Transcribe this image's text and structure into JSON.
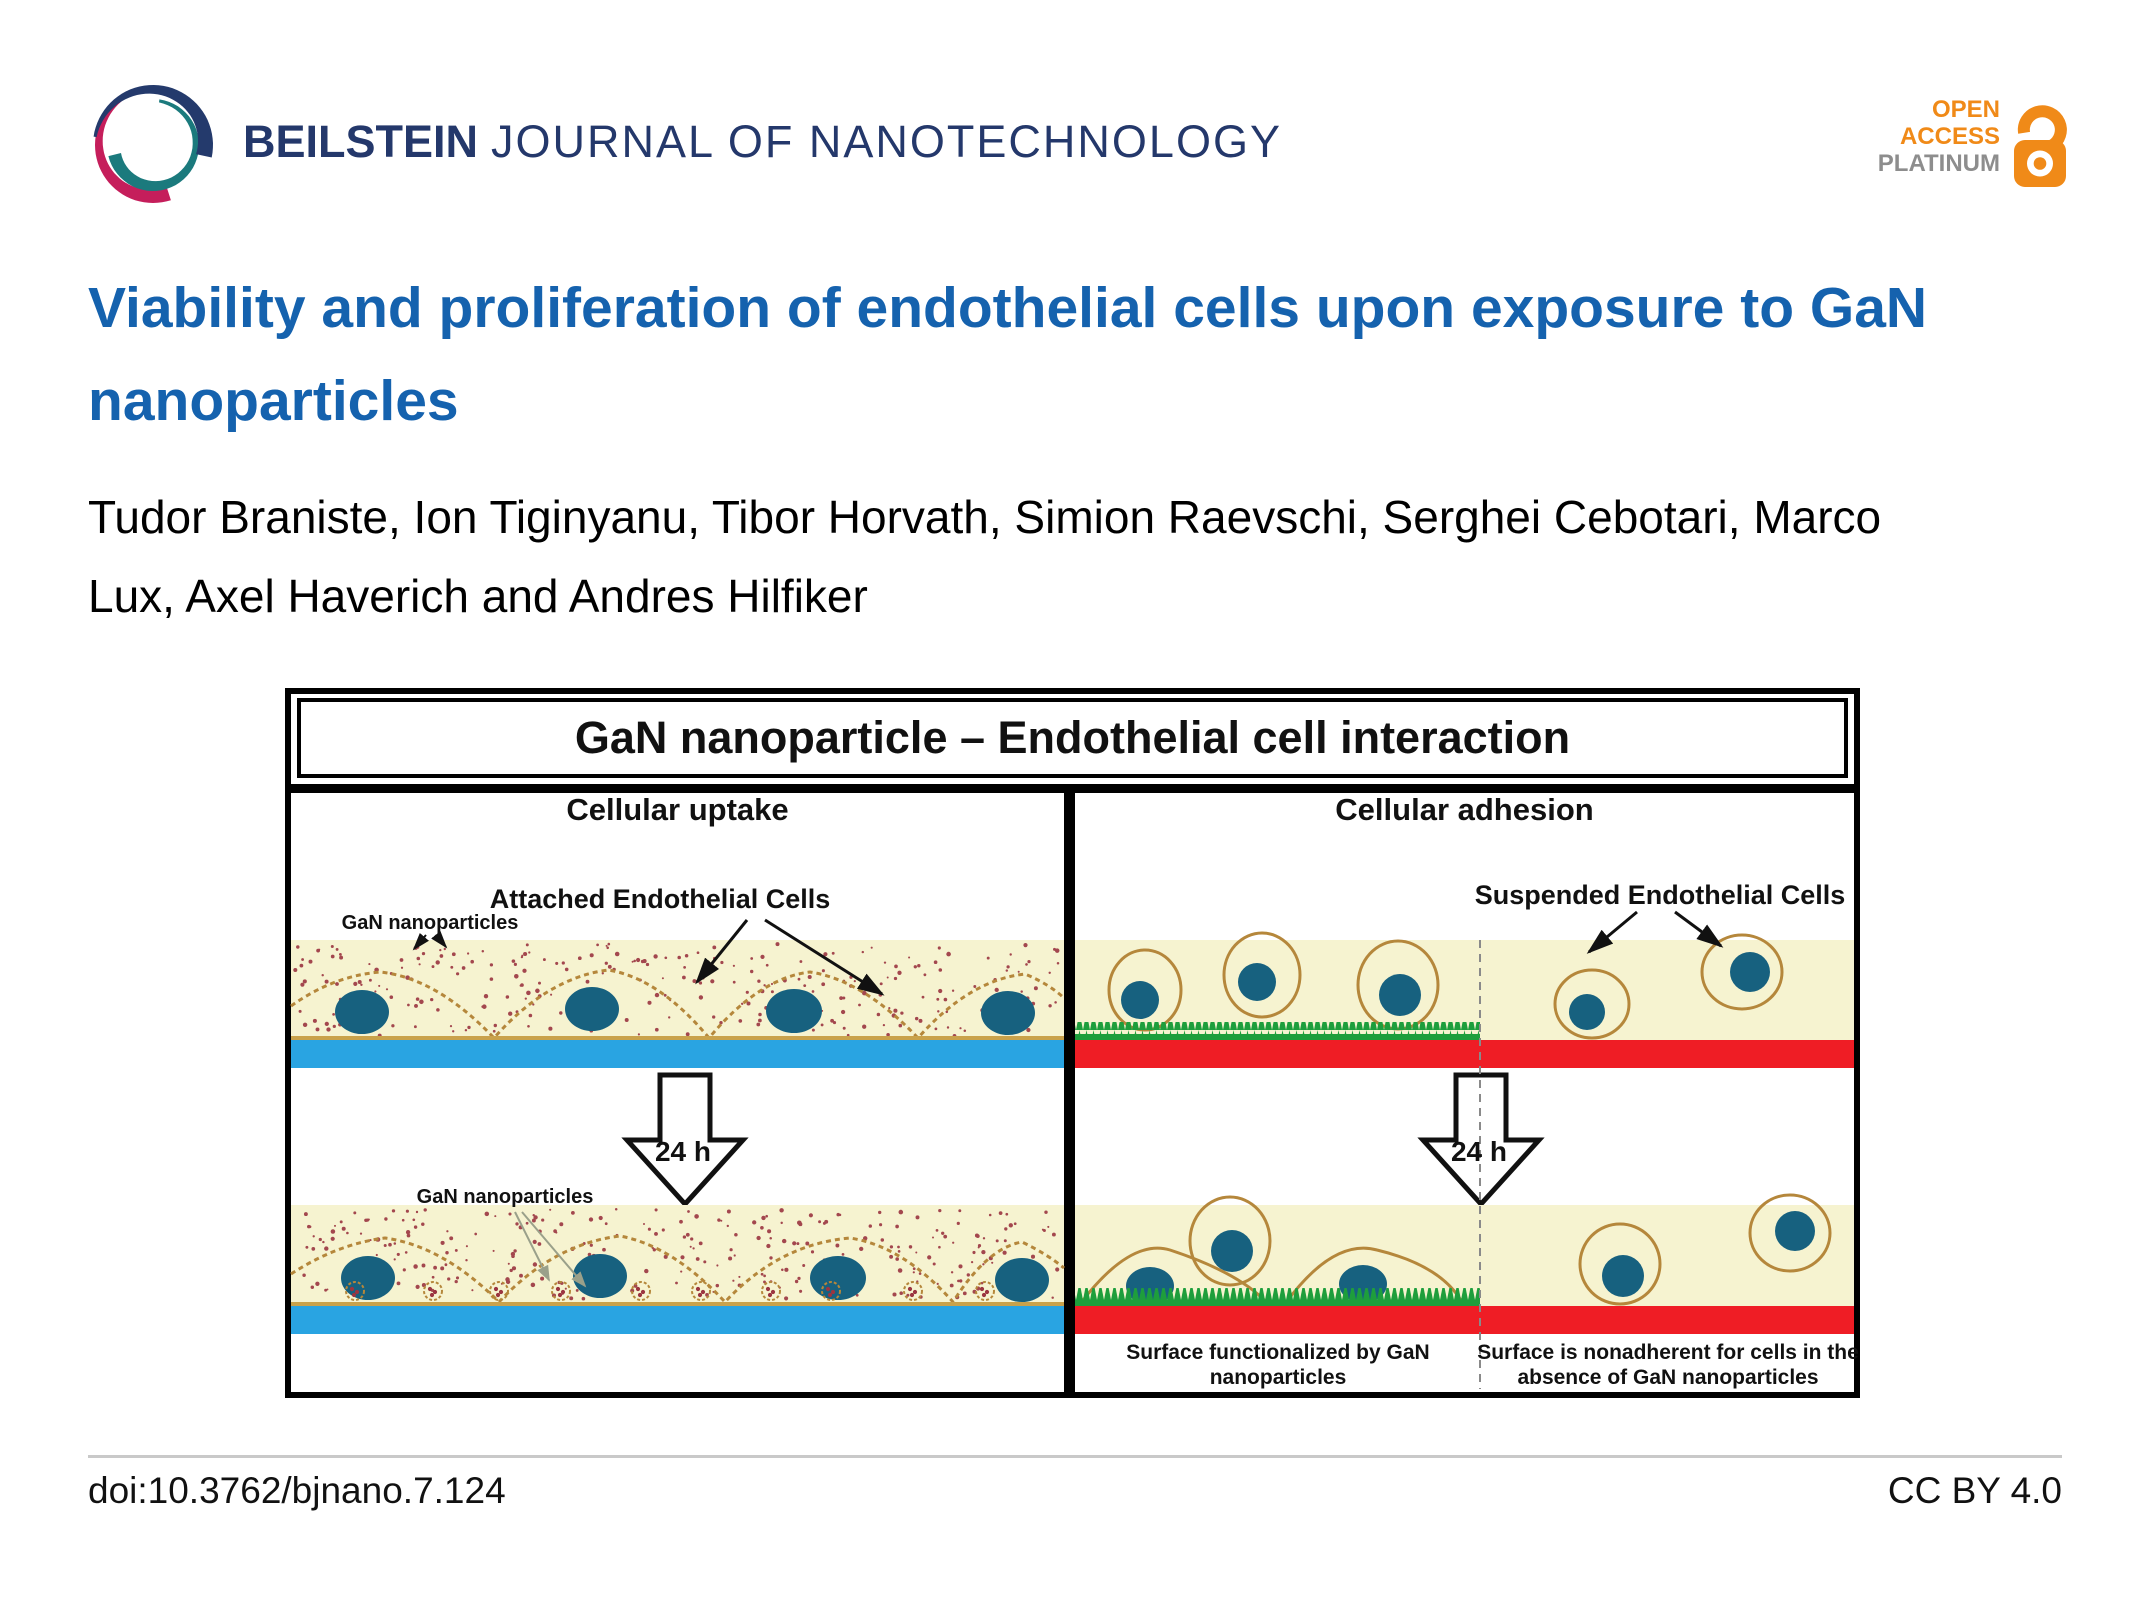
{
  "header": {
    "journal_bold": "BEILSTEIN",
    "journal_regular": "JOURNAL OF NANOTECHNOLOGY",
    "badge": {
      "open": "OPEN",
      "access": "ACCESS",
      "platinum": "PLATINUM",
      "orange": "#F08A18",
      "gray": "#8D8D8D"
    }
  },
  "article": {
    "title": "Viability and proliferation of endothelial cells upon exposure to GaN nanoparticles",
    "authors": "Tudor Braniste, Ion Tiginyanu, Tibor Horvath, Simion Raevschi, Serghei Cebotari, Marco Lux, Axel Haverich and Andres Hilfiker"
  },
  "figure": {
    "title": "GaN nanoparticle – Endothelial cell interaction",
    "left_panel": {
      "heading": "Cellular uptake",
      "nanoparticles_top": "GaN nanoparticles",
      "attached": "Attached Endothelial Cells",
      "arrow_label": "24 h",
      "nanoparticles_bottom": "GaN nanoparticles"
    },
    "right_panel": {
      "heading": "Cellular adhesion",
      "suspended": "Suspended Endothelial Cells",
      "arrow_label": "24 h",
      "caption_left": [
        "Surface functionalized by GaN",
        "nanoparticles"
      ],
      "caption_right": [
        "Surface is nonadherent for cells in the",
        "absence of GaN nanoparticles"
      ]
    },
    "colors": {
      "band": "#F6F3D0",
      "surface_blue": "#29A4E2",
      "surface_red": "#EF1D25",
      "nano_green": "#1E9E3C",
      "nucleus": "#17617F",
      "membrane": "#B5873B",
      "speckle": "#9B3540"
    }
  },
  "footer": {
    "doi": "doi:10.3762/bjnano.7.124",
    "license": "CC BY 4.0"
  }
}
